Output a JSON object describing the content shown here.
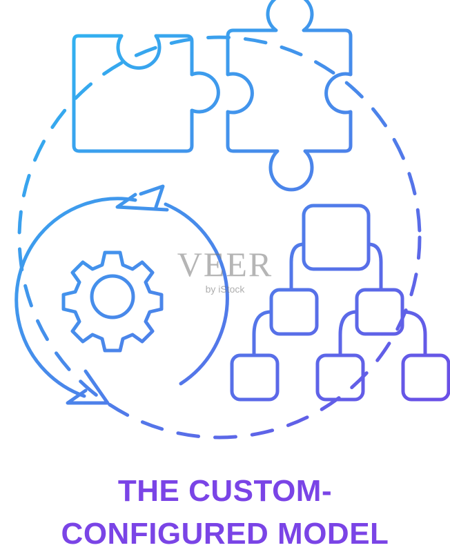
{
  "caption": {
    "line1": "THE CUSTOM-",
    "line2": "CONFIGURED MODEL"
  },
  "watermark": {
    "brand": "VEER",
    "sub": "by iStock"
  },
  "colors": {
    "gradient_start": "#2fb4f0",
    "gradient_mid": "#4a86ea",
    "gradient_end": "#6a4fe6",
    "caption": "#7a44e6"
  },
  "icons": [
    "puzzle-piece-left-icon",
    "puzzle-piece-right-icon",
    "gear-icon",
    "circular-arrows-icon",
    "hierarchy-tree-icon",
    "dashed-circle-icon"
  ]
}
